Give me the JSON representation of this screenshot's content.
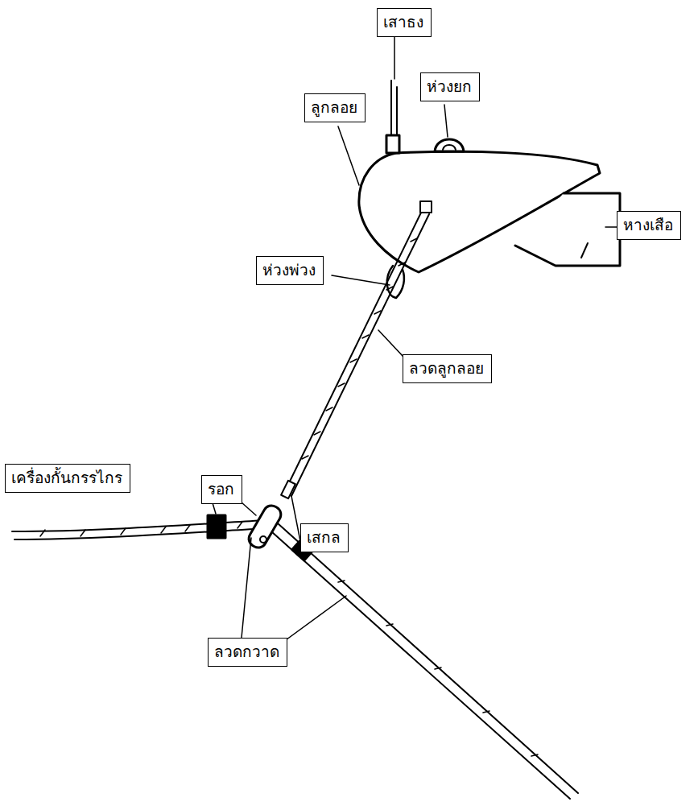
{
  "diagram": {
    "nodes": [
      {
        "text": [
          "เสาธง"
        ]
      },
      {
        "text": [
          "ห่วงยก"
        ]
      },
      {
        "text": [
          "ลูกลอย"
        ]
      },
      {
        "text": [
          "หางเสือ"
        ]
      },
      {
        "text": [
          "ห่วงพ่วง"
        ]
      },
      {
        "text": [
          "ลวดลูกลอย"
        ]
      },
      {
        "text": [
          "เครื่องกั้นกรรไกร"
        ]
      },
      {
        "text": [
          "รอก"
        ]
      },
      {
        "text": [
          "เสกล"
        ]
      },
      {
        "text": [
          "ลวดกวาด"
        ]
      }
    ]
  }
}
